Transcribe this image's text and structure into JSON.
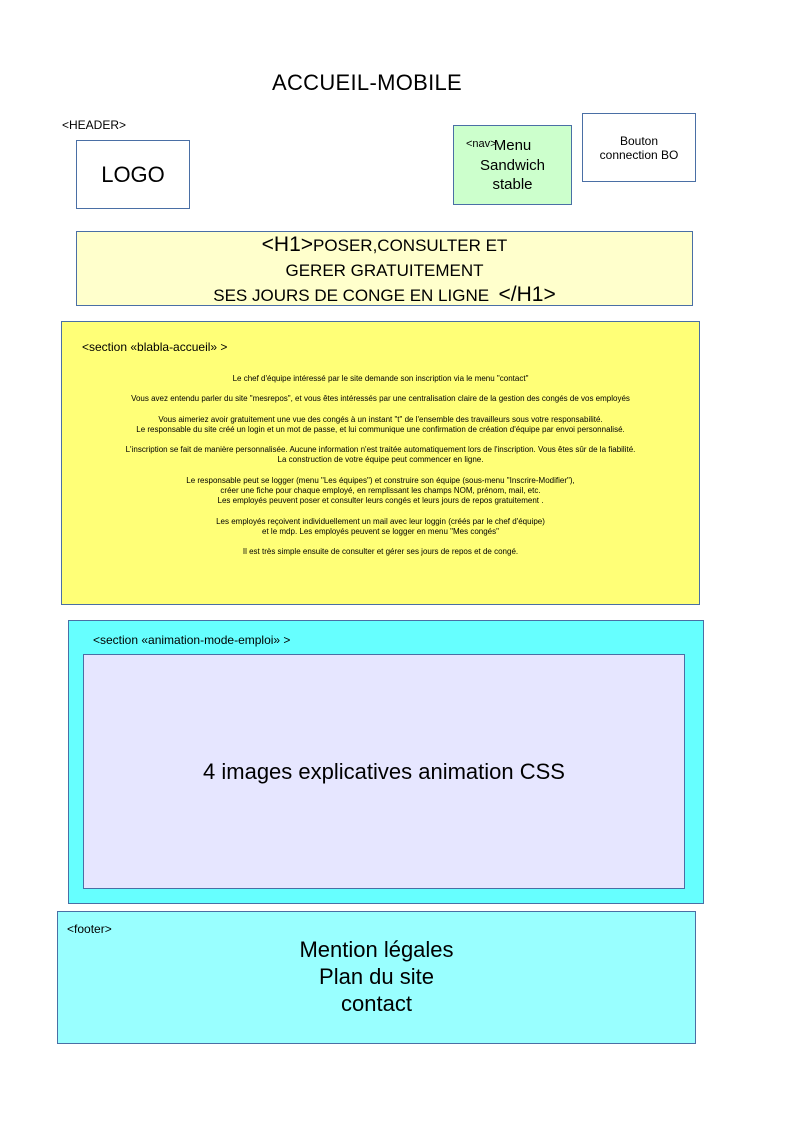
{
  "title": "ACCUEIL-MOBILE",
  "header": {
    "tag": "<HEADER>",
    "logo": "LOGO",
    "nav_tag": "<nav>",
    "nav_lines": [
      "Menu",
      "Sandwich",
      "stable"
    ],
    "bo_lines": [
      "Bouton",
      "connection BO"
    ]
  },
  "h1": {
    "open_tag": "<H1>",
    "line1": "POSER,CONSULTER ET",
    "line2": "GERER GRATUITEMENT",
    "line3": "SES JOURS DE CONGE EN LIGNE",
    "close_tag": "</H1>"
  },
  "blabla": {
    "tag": "<section «blabla-accueil» >",
    "paragraphs": [
      [
        "Le chef d'équipe intéressé par le site demande son inscription via le menu \"contact\""
      ],
      [
        "Vous avez entendu parler du site \"mesrepos\", et vous êtes intéressés par une centralisation claire de la gestion des congés de vos employés"
      ],
      [
        "Vous aimeriez avoir gratuitement une vue des congés à un instant \"t\" de l'ensemble des travailleurs sous votre responsabilité.",
        "Le responsable du site créé un login et un mot de passe, et lui communique une confirmation de création d'équipe par envoi personnalisé."
      ],
      [
        "L'inscription se fait de manière personnalisée. Aucune information n'est traitée automatiquement lors de l'inscription. Vous êtes sûr de la fiabilité.",
        "La construction de votre équipe peut commencer en ligne."
      ],
      [
        "Le responsable peut se logger (menu \"Les équipes\") et construire son équipe (sous-menu \"Inscrire-Modifier\"),",
        "créer une fiche pour chaque employé, en remplissant les champs NOM, prénom, mail, etc.",
        "Les employés peuvent poser et consulter leurs congés et leurs jours de repos gratuitement ."
      ],
      [
        "Les employés reçoivent individuellement un mail avec leur loggin (créés par le chef d'équipe)",
        "et le mdp. Les employés peuvent se logger en menu \"Mes congés\""
      ],
      [
        "Il est très simple ensuite de consulter et gérer ses jours de repos et de congé."
      ]
    ]
  },
  "animation": {
    "tag": "<section «animation-mode-emploi» >",
    "inner": "4 images explicatives animation CSS"
  },
  "footer": {
    "tag": "<footer>",
    "lines": [
      "Mention légales",
      "Plan du site",
      "contact"
    ]
  },
  "colors": {
    "h1_bg": "#ffffcc",
    "blabla_bg": "#ffff77",
    "nav_bg": "#ccffcc",
    "animation_bg": "#66ffff",
    "animation_inner_bg": "#e6e6ff",
    "footer_bg": "#99ffff",
    "border": "#4a6fa5"
  }
}
